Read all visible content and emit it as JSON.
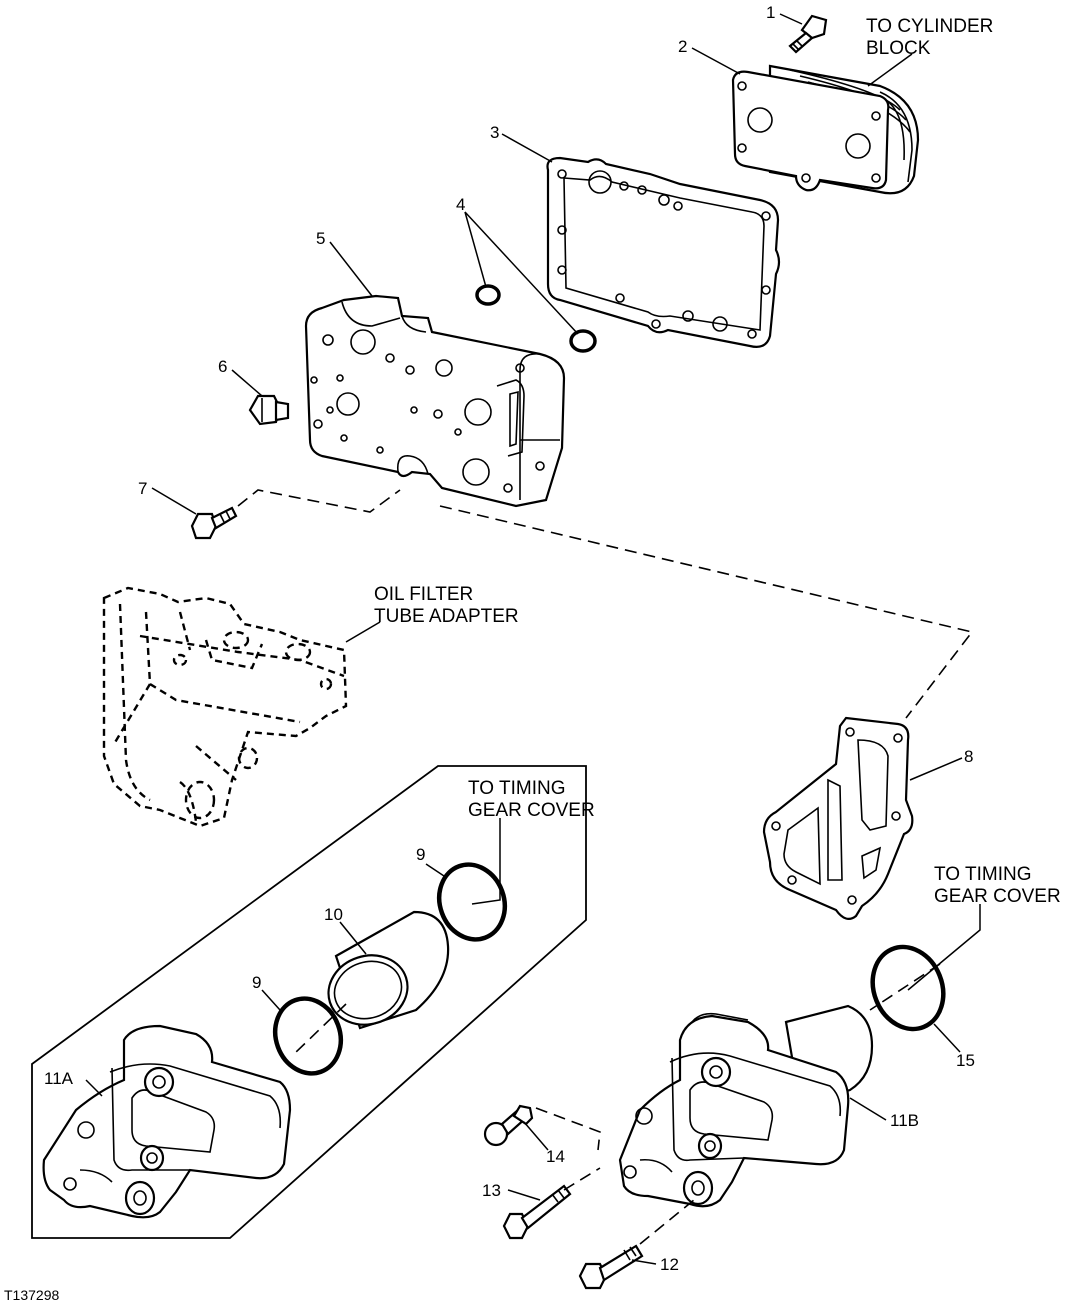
{
  "figure_id": "T137298",
  "callouts": [
    "1",
    "2",
    "3",
    "4",
    "5",
    "6",
    "7",
    "8",
    "9",
    "9",
    "10",
    "11A",
    "11B",
    "12",
    "13",
    "14",
    "15"
  ],
  "notes": {
    "cylinder_block": [
      "TO CYLINDER",
      "BLOCK"
    ],
    "oil_filter_adapter": [
      "OIL FILTER",
      "TUBE ADAPTER"
    ],
    "timing_cover_left": [
      "TO TIMING",
      "GEAR COVER"
    ],
    "timing_cover_right": [
      "TO TIMING",
      "GEAR COVER"
    ]
  }
}
